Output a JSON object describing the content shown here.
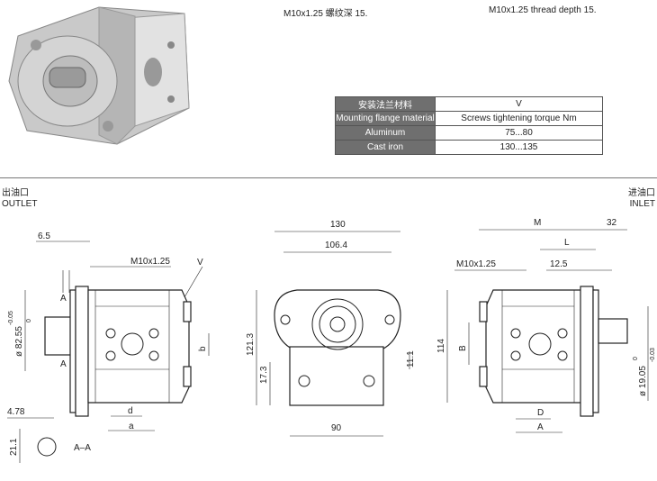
{
  "notes": {
    "cn": "M10x1.25 螺纹深 15.",
    "en": "M10x1.25 thread depth 15."
  },
  "table": {
    "header_cn": "安装法兰材料",
    "header_en": "Mounting flange material",
    "col_v": "V",
    "col_torque": "Screws tightening torque Nm",
    "rows": [
      {
        "material": "Aluminum",
        "torque": "75...80"
      },
      {
        "material": "Cast iron",
        "torque": "130...135"
      }
    ]
  },
  "outlet": {
    "cn": "出油口",
    "en": "OUTLET"
  },
  "inlet": {
    "cn": "进油口",
    "en": "INLET"
  },
  "left_view": {
    "d_65": "6.5",
    "thread": "M10x1.25",
    "v": "V",
    "dia": "ø 82.55",
    "tol_up": "0",
    "tol_low": "-0.05",
    "b": "b",
    "d": "d",
    "a": "a",
    "sec": "A",
    "key_w": "4.78",
    "key_h": "21.1",
    "section": "A–A"
  },
  "front_view": {
    "w130": "130",
    "w106": "106.4",
    "h121": "121.3",
    "h17": "17.3",
    "h11": "11.1",
    "w90": "90"
  },
  "right_view": {
    "m": "M",
    "d32": "32",
    "l": "L",
    "thread": "M10x1.25",
    "d125": "12.5",
    "h114": "114",
    "b": "B",
    "d": "D",
    "a": "A",
    "dia": "ø 19.05",
    "tol_up": "0",
    "tol_low": "-0.03"
  }
}
